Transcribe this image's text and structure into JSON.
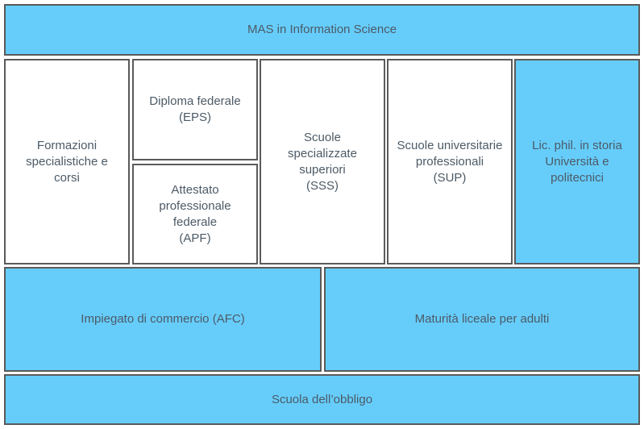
{
  "boxes": {
    "mas": "MAS in Information Science",
    "formazioni": "Formazioni\nspecialistiche e\ncorsi",
    "diploma": "Diploma federale\n(EPS)",
    "attestato": "Attestato\nprofessionale\nfederale\n(APF)",
    "sss": "Scuole\nspecializzate\nsuperiori\n(SSS)",
    "sup": "Scuole universitarie\nprofessionali\n(SUP)",
    "lic": "Lic. phil. in storia\nUniversità e\npolitecnici",
    "afc": "Impiegato di commercio (AFC)",
    "maturita": "Maturità liceale per adulti",
    "obbligo": "Scuola dell’obbligo"
  },
  "colors": {
    "highlight": "#66cdfb",
    "plain": "#ffffff",
    "border": "#5a5a5a",
    "text": "#4c5a66"
  }
}
